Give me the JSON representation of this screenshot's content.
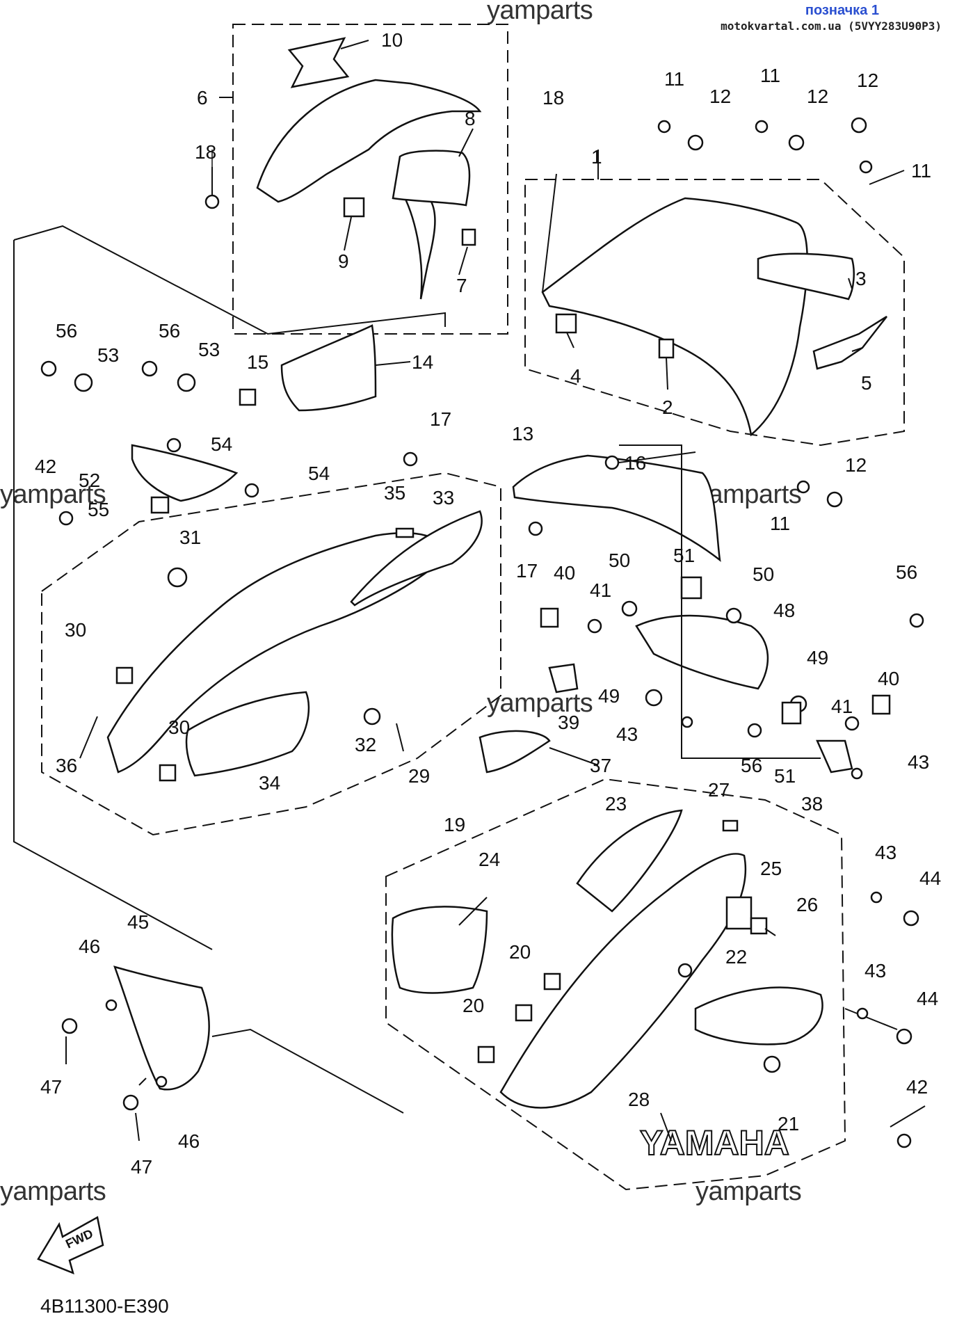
{
  "header": {
    "title": "позначка 1",
    "subtitle": "motokvartal.com.ua (5VYY283U90P3)"
  },
  "watermarks": [
    "yamparts",
    "yamparts",
    "yamparts",
    "yamparts",
    "yamparts",
    "yamparts"
  ],
  "diagram_code": "4B11300-E390",
  "fwd_label": "FWD",
  "yamaha_logo": "YAMAHA",
  "callouts": [
    "10",
    "6",
    "8",
    "18",
    "9",
    "7",
    "11",
    "12",
    "11",
    "12",
    "12",
    "18",
    "1",
    "11",
    "3",
    "4",
    "5",
    "2",
    "56",
    "53",
    "56",
    "53",
    "15",
    "14",
    "17",
    "54",
    "54",
    "52",
    "42",
    "55",
    "35",
    "33",
    "13",
    "16",
    "17",
    "31",
    "30",
    "30",
    "36",
    "34",
    "32",
    "29",
    "37",
    "39",
    "40",
    "41",
    "50",
    "51",
    "50",
    "48",
    "56",
    "49",
    "49",
    "43",
    "56",
    "51",
    "41",
    "40",
    "38",
    "43",
    "12",
    "11",
    "27",
    "23",
    "19",
    "24",
    "25",
    "26",
    "22",
    "20",
    "20",
    "43",
    "44",
    "43",
    "44",
    "21",
    "42",
    "28",
    "45",
    "46",
    "47",
    "46",
    "47"
  ]
}
